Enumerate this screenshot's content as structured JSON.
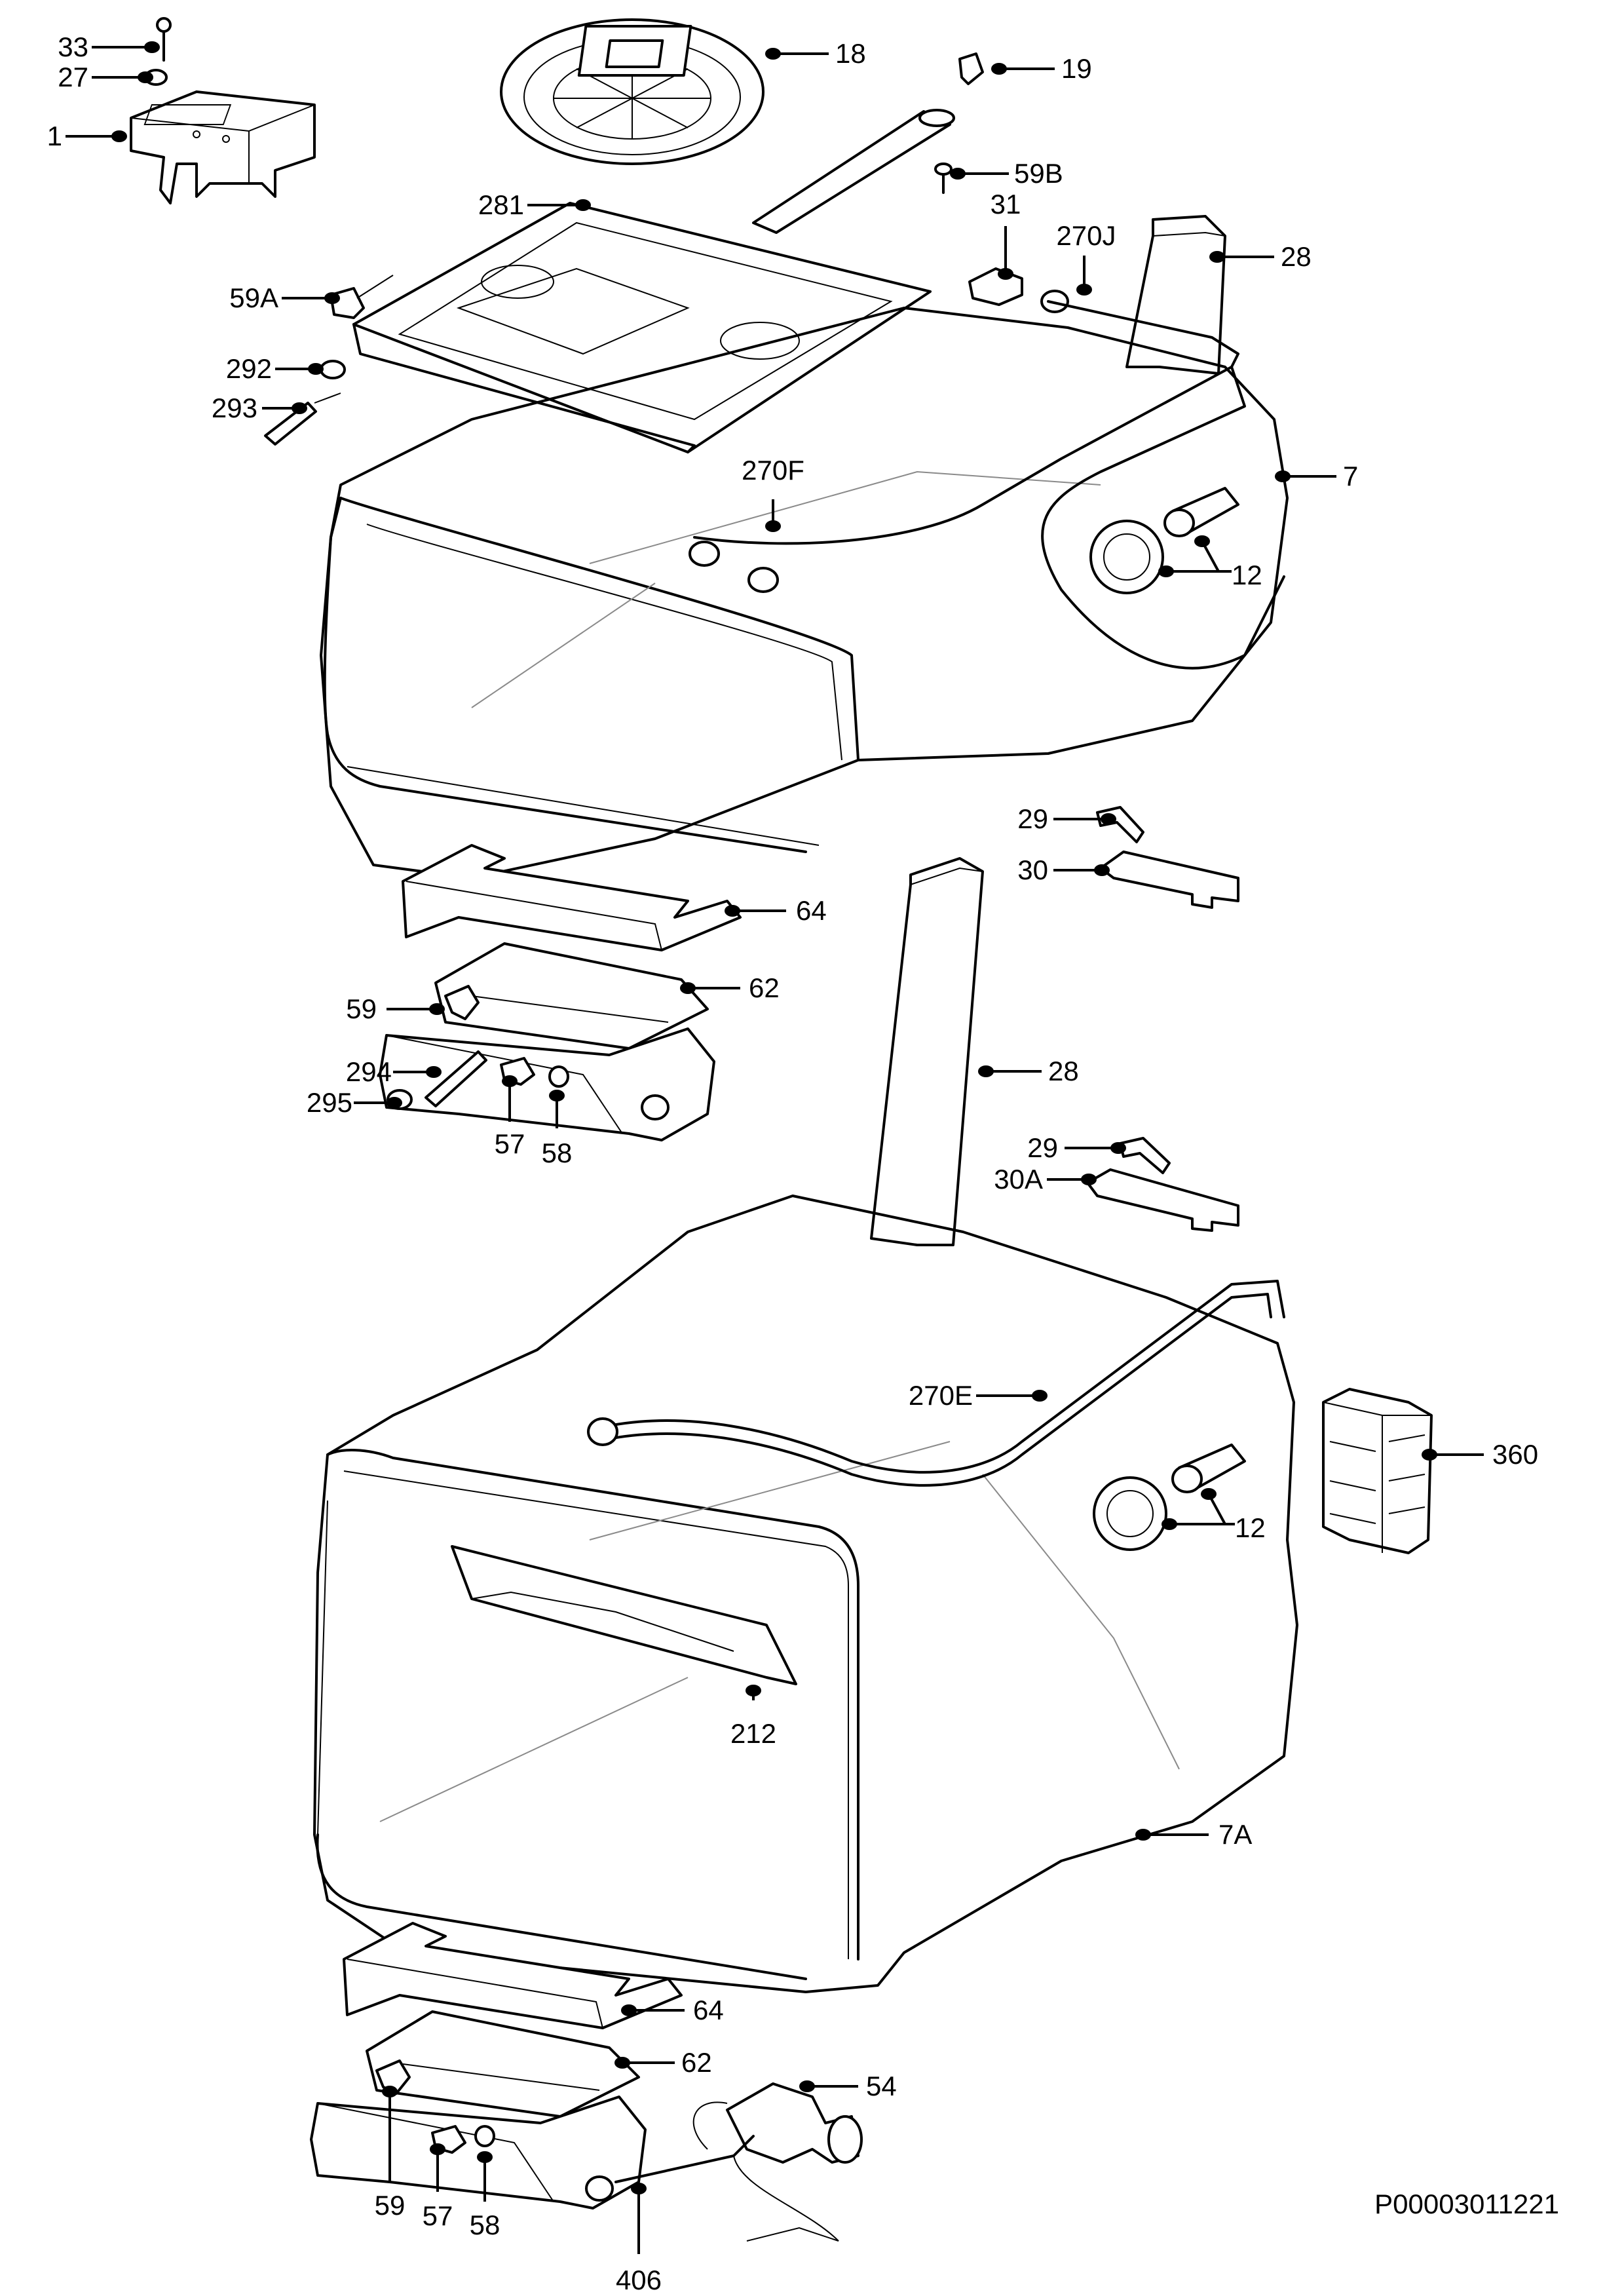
{
  "drawing_code": "P00003011221",
  "callouts": [
    {
      "id": "c33",
      "label": "33"
    },
    {
      "id": "c27",
      "label": "27"
    },
    {
      "id": "c1",
      "label": "1"
    },
    {
      "id": "c18",
      "label": "18"
    },
    {
      "id": "c19",
      "label": "19"
    },
    {
      "id": "c59B",
      "label": "59B"
    },
    {
      "id": "c281",
      "label": "281"
    },
    {
      "id": "c31",
      "label": "31"
    },
    {
      "id": "c270J",
      "label": "270J"
    },
    {
      "id": "c28a",
      "label": "28"
    },
    {
      "id": "c59A",
      "label": "59A"
    },
    {
      "id": "c292",
      "label": "292"
    },
    {
      "id": "c293",
      "label": "293"
    },
    {
      "id": "c7",
      "label": "7"
    },
    {
      "id": "c270F",
      "label": "270F"
    },
    {
      "id": "c12a",
      "label": "12"
    },
    {
      "id": "c29a",
      "label": "29"
    },
    {
      "id": "c30",
      "label": "30"
    },
    {
      "id": "c64a",
      "label": "64"
    },
    {
      "id": "c62a",
      "label": "62"
    },
    {
      "id": "c59a",
      "label": "59"
    },
    {
      "id": "c28b",
      "label": "28"
    },
    {
      "id": "c294",
      "label": "294"
    },
    {
      "id": "c295",
      "label": "295"
    },
    {
      "id": "c57a",
      "label": "57"
    },
    {
      "id": "c58a",
      "label": "58"
    },
    {
      "id": "c29b",
      "label": "29"
    },
    {
      "id": "c30A",
      "label": "30A"
    },
    {
      "id": "c270E",
      "label": "270E"
    },
    {
      "id": "c360",
      "label": "360"
    },
    {
      "id": "c12b",
      "label": "12"
    },
    {
      "id": "c212",
      "label": "212"
    },
    {
      "id": "c7A",
      "label": "7A"
    },
    {
      "id": "c64b",
      "label": "64"
    },
    {
      "id": "c62b",
      "label": "62"
    },
    {
      "id": "c54",
      "label": "54"
    },
    {
      "id": "c59b",
      "label": "59"
    },
    {
      "id": "c57b",
      "label": "57"
    },
    {
      "id": "c58b",
      "label": "58"
    },
    {
      "id": "c406",
      "label": "406"
    }
  ]
}
